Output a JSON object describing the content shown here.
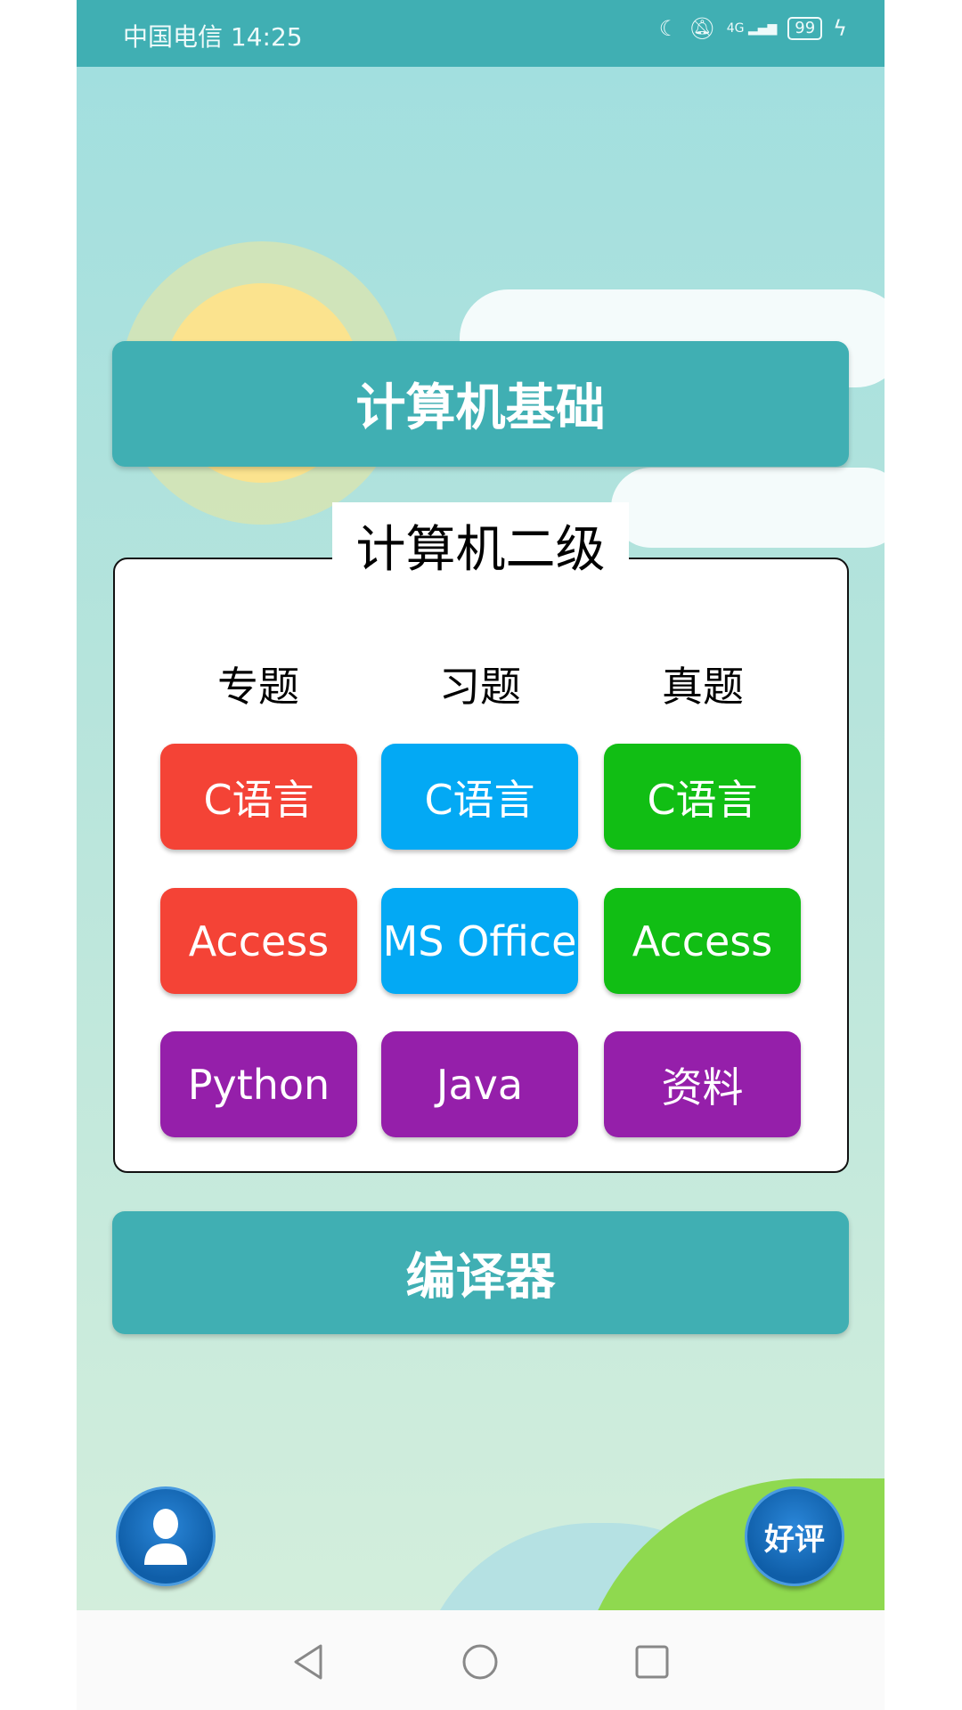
{
  "status_bar": {
    "carrier_time": "中国电信 14:25",
    "network": "4G",
    "battery": "99"
  },
  "main": {
    "basics_button": "计算机基础",
    "level2": {
      "title": "计算机二级",
      "columns": [
        "专题",
        "习题",
        "真题"
      ],
      "rows": [
        [
          "C语言",
          "C语言",
          "C语言"
        ],
        [
          "Access",
          "MS Office",
          "Access"
        ],
        [
          "Python",
          "Java",
          "资料"
        ]
      ]
    },
    "compiler_button": "编译器"
  },
  "fab": {
    "review_label": "好评"
  },
  "colors": {
    "teal": "#40AFB3",
    "red": "#F44336",
    "blue": "#03A9F4",
    "green": "#11BE14",
    "purple": "#951FAA"
  }
}
